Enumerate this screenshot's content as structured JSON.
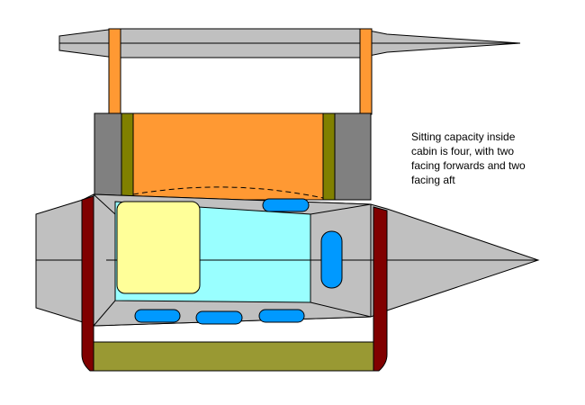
{
  "caption": {
    "lines": [
      "Sitting capacity inside",
      "cabin is four, with two",
      "facing forwards and two",
      "facing aft"
    ]
  },
  "colors": {
    "hull": "#c0c0c0",
    "outline": "#000000",
    "crossbeam": "#ff9933",
    "tramp": "#ff9933",
    "cockpit_side": "#808080",
    "olive": "#808000",
    "olive_light": "#999933",
    "maroon": "#800000",
    "cabin": "#99ffff",
    "hatch": "#ffff99",
    "window": "#0099ff"
  }
}
